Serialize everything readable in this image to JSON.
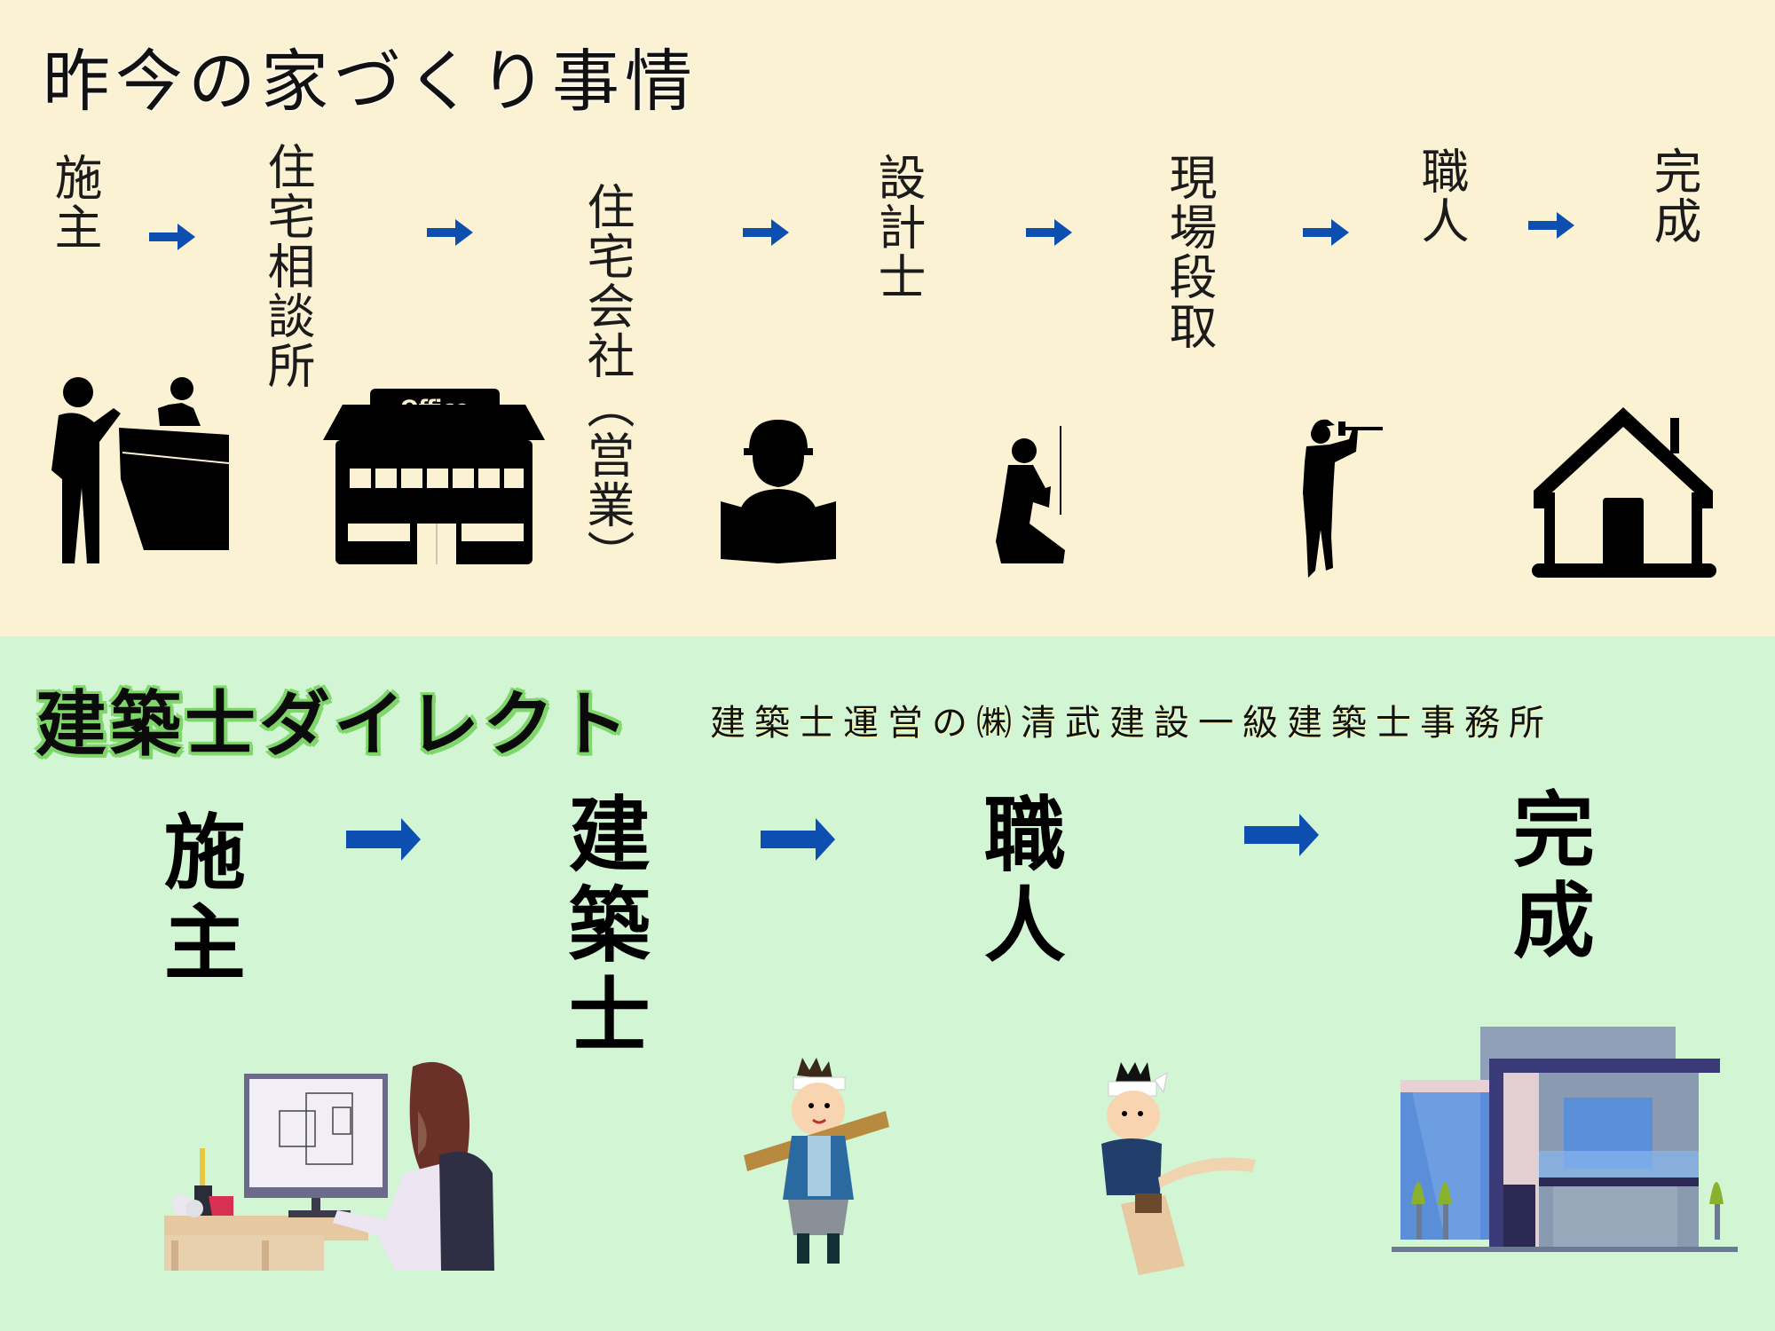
{
  "top_section": {
    "title": "昨今の家づくり事情",
    "flow": [
      {
        "label": "施主",
        "icon": "client-at-reception-icon"
      },
      {
        "label": "住宅相談所",
        "icon": "office-building-icon"
      },
      {
        "label": "住宅会社（営業）",
        "icon": "worker-reading-plans-icon"
      },
      {
        "label": "設計士",
        "icon": "kneeling-worker-icon"
      },
      {
        "label": "現場段取",
        "icon": "craftsman-hammer-icon"
      },
      {
        "label": "職人",
        "icon": "house-icon"
      },
      {
        "label": "完成",
        "icon": ""
      }
    ],
    "office_sign": "Office"
  },
  "bottom_section": {
    "brand": "建築士ダイレクト",
    "operator": "建築士運営の㈱清武建設一級建築士事務所",
    "flow": [
      {
        "label": "施主",
        "icon": "architect-at-computer-illustration"
      },
      {
        "label": "建築士",
        "icon": ""
      },
      {
        "label": "職人",
        "icon": "carpenter-carrying-lumber-illustration"
      },
      {
        "label": "完成",
        "icon": "modern-house-illustration"
      }
    ]
  },
  "colors": {
    "top_bg": "#fbf1d3",
    "bottom_bg": "#d2f5d4",
    "arrow": "#0d4fb0",
    "brand_outline": "#7fd66a"
  }
}
